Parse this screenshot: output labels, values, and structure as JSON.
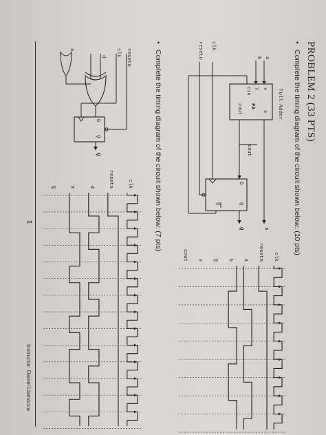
{
  "page": {
    "title": "PROBLEM 2 (33 PTS)",
    "instruction_top": "Complete the timing diagram of the circuit shown below: (10 pts)",
    "instruction_bottom": "Complete the timing diagram of the circuit shown below: (7 pts)",
    "page_number": "1",
    "footer": "Instructor: Daniel Llamocca",
    "bullet": "•"
  },
  "top_circuit": {
    "block_title": "Full Adder",
    "block_name": "FA",
    "pins": {
      "x": "x",
      "y": "y",
      "cin": "cin",
      "s": "s",
      "cout": "cout"
    },
    "inputs": {
      "a": "a",
      "b": "b"
    },
    "outputs": {
      "s": "s",
      "cout": "cout",
      "q": "Q"
    },
    "ff": {
      "d": "D",
      "q": "Q",
      "qbar": "Q"
    },
    "clk": "clk",
    "resetn": "resetn"
  },
  "top_timing": {
    "signals": [
      "clk",
      "resetn",
      "a",
      "b",
      "Q",
      "s",
      "cout"
    ]
  },
  "bottom_circuit": {
    "resetn": "resetn",
    "clk": "clk",
    "d": "d",
    "a": "a",
    "ff": {
      "d": "D",
      "q": "Q"
    },
    "out_q": "Q"
  },
  "bottom_timing": {
    "signals": [
      "clk",
      "resetn",
      "d",
      "a",
      "Q"
    ]
  }
}
